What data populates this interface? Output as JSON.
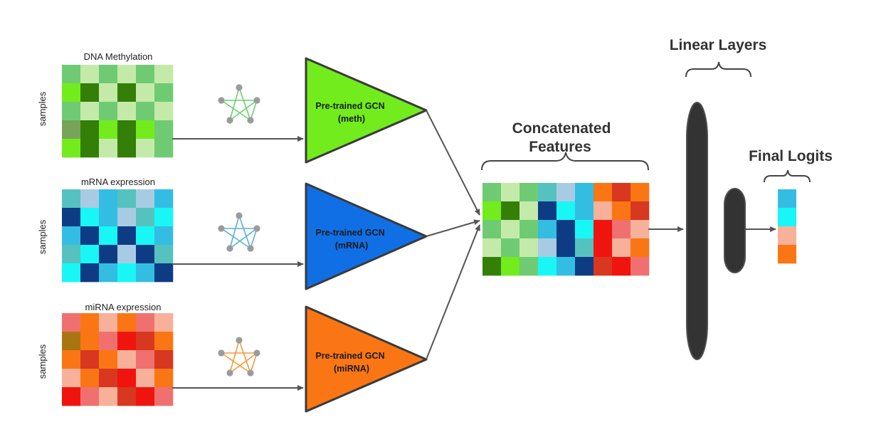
{
  "inputs": [
    {
      "title": "DNA Methylation",
      "axis_label": "samples",
      "gcn_line1": "Pre-trained GCN",
      "gcn_line2": "(meth)",
      "gcn_color": "#72ec1d",
      "edge_color": "#6ccf6f",
      "grid": [
        [
          "#6fcb73",
          "#c4eaa9",
          "#6fcb73",
          "#c4eaa9",
          "#6fcb73",
          "#c4eaa9"
        ],
        [
          "#72ec1d",
          "#347f08",
          "#c4eaa9",
          "#347f08",
          "#c4eaa9",
          "#6fcb73"
        ],
        [
          "#6fcb73",
          "#c4eaa9",
          "#6fcb73",
          "#c4eaa9",
          "#6fcb73",
          "#c4eaa9"
        ],
        [
          "#77a35a",
          "#347f08",
          "#72ec1d",
          "#347f08",
          "#72ec1d",
          "#6fcb73"
        ],
        [
          "#72ec1d",
          "#347f08",
          "#c4eaa9",
          "#347f08",
          "#c4eaa9",
          "#6fcb73"
        ]
      ]
    },
    {
      "title": "mRNA expression",
      "axis_label": "samples",
      "gcn_line1": "Pre-trained GCN",
      "gcn_line2": "(mRNA)",
      "gcn_color": "#116fe6",
      "edge_color": "#5aaede",
      "grid": [
        [
          "#55c2bf",
          "#a8cbe4",
          "#33bde2",
          "#55c2bf",
          "#a8cbe4",
          "#33bde2"
        ],
        [
          "#0d3c85",
          "#18f7f5",
          "#33bde2",
          "#a8cbe4",
          "#55c2bf",
          "#18f7f5"
        ],
        [
          "#33bde2",
          "#0d3c85",
          "#18f7f5",
          "#0d3c85",
          "#18f7f5",
          "#33bde2"
        ],
        [
          "#55c2bf",
          "#18f7f5",
          "#0d3c85",
          "#a8cbe4",
          "#0d3c85",
          "#55c2bf"
        ],
        [
          "#18f7f5",
          "#0d3c85",
          "#33bde2",
          "#18f7f5",
          "#33bde2",
          "#0d3c85"
        ]
      ]
    },
    {
      "title": "miRNA expression",
      "axis_label": "samples",
      "gcn_line1": "Pre-trained GCN",
      "gcn_line2": "(miRNA)",
      "gcn_color": "#fa7614",
      "edge_color": "#f59a3c",
      "grid": [
        [
          "#f07070",
          "#fa7614",
          "#f7b099",
          "#fa7614",
          "#f07070",
          "#f7b099"
        ],
        [
          "#a87512",
          "#fa7614",
          "#f07070",
          "#f0140f",
          "#d7381f",
          "#fa7614"
        ],
        [
          "#fa7614",
          "#d7381f",
          "#fa7614",
          "#f7b099",
          "#f07070",
          "#d7381f"
        ],
        [
          "#f7b099",
          "#fa7614",
          "#d7381f",
          "#f0140f",
          "#f7b099",
          "#fa7614"
        ],
        [
          "#f0140f",
          "#f07070",
          "#f7b099",
          "#d7381f",
          "#f0140f",
          "#f07070"
        ]
      ]
    }
  ],
  "concat": {
    "title_line1": "Concatenated",
    "title_line2": "Features",
    "grid": [
      [
        "#6fcb73",
        "#c4eaa9",
        "#6fcb73",
        "#55c2bf",
        "#a8cbe4",
        "#33bde2",
        "#fa7614",
        "#d7381f",
        "#fa7614"
      ],
      [
        "#72ec1d",
        "#347f08",
        "#c4eaa9",
        "#0d3c85",
        "#18f7f5",
        "#33bde2",
        "#f7b099",
        "#fa7614",
        "#d7381f"
      ],
      [
        "#6fcb73",
        "#c4eaa9",
        "#6fcb73",
        "#33bde2",
        "#0d3c85",
        "#18f7f5",
        "#f0140f",
        "#f07070",
        "#f7b099"
      ],
      [
        "#c4eaa9",
        "#6fcb73",
        "#c4eaa9",
        "#a8cbe4",
        "#0d3c85",
        "#55c2bf",
        "#f0140f",
        "#f7b099",
        "#fa7614"
      ],
      [
        "#347f08",
        "#72ec1d",
        "#6fcb73",
        "#18f7f5",
        "#33bde2",
        "#0d3c85",
        "#d7381f",
        "#f0140f",
        "#f07070"
      ]
    ]
  },
  "linear_layers_label": "Linear Layers",
  "final_logits_label": "Final Logits",
  "logits_colors": [
    "#33bde2",
    "#18f7f5",
    "#f7b099",
    "#fa7614"
  ],
  "colors": {
    "layer_fill": "#333333",
    "layer_stroke": "#4d4d4d",
    "arrow": "#555555",
    "node": "#9b9b9b",
    "triangle_stroke": "#3a3a3a"
  }
}
